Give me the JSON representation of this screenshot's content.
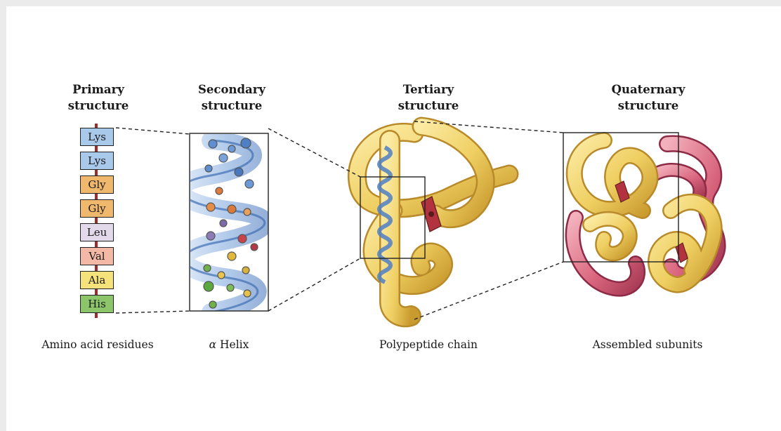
{
  "headings": {
    "primary": [
      "Primary",
      "structure"
    ],
    "secondary": [
      "Secondary",
      "structure"
    ],
    "tertiary": [
      "Tertiary",
      "structure"
    ],
    "quaternary": [
      "Quaternary",
      "structure"
    ]
  },
  "residues": [
    {
      "label": "Lys",
      "color": "#a9c9eb"
    },
    {
      "label": "Lys",
      "color": "#a9c9eb"
    },
    {
      "label": "Gly",
      "color": "#f0b86c"
    },
    {
      "label": "Gly",
      "color": "#f0b86c"
    },
    {
      "label": "Leu",
      "color": "#e2d9ea"
    },
    {
      "label": "Val",
      "color": "#f4b9a6"
    },
    {
      "label": "Ala",
      "color": "#f5e27a"
    },
    {
      "label": "His",
      "color": "#8dc56a"
    }
  ],
  "captions": {
    "primary": "Amino acid residues",
    "secondary_symbol": "α",
    "secondary": "Helix",
    "tertiary": "Polypeptide chain",
    "quaternary": "Assembled subunits"
  },
  "colors": {
    "chain": "#a12a2a",
    "helix_blue": "#5f8fd0",
    "ribbon_yellow": "#f0d06a",
    "subunit_pink": "#d86a80"
  }
}
